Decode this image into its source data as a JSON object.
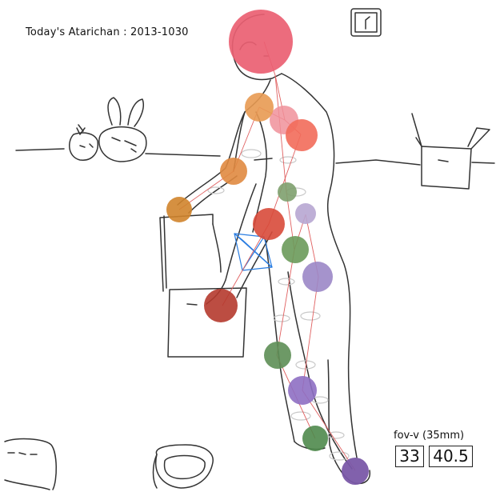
{
  "title": "Today's Atarichan : 2013-1030",
  "fov": {
    "label": "fov-v (35mm)",
    "degrees": "33",
    "focal": "40.5"
  },
  "joints": [
    {
      "name": "head",
      "color": "#ea6072"
    },
    {
      "name": "neck",
      "color": "#f0909a"
    },
    {
      "name": "shoulder-left",
      "color": "#e89a52"
    },
    {
      "name": "shoulder-right",
      "color": "#f26c5a"
    },
    {
      "name": "elbow-left",
      "color": "#e08a40"
    },
    {
      "name": "wrist-left",
      "color": "#d0842c"
    },
    {
      "name": "elbow-right",
      "color": "#d84a3a"
    },
    {
      "name": "wrist-right",
      "color": "#b53a2e"
    },
    {
      "name": "chest",
      "color": "#7ea06e"
    },
    {
      "name": "hip-left",
      "color": "#6a9a5a"
    },
    {
      "name": "hip-right",
      "color": "#b7a6d2"
    },
    {
      "name": "pelvis-right",
      "color": "#9b87c7"
    },
    {
      "name": "knee-left",
      "color": "#5d8e55"
    },
    {
      "name": "knee-right",
      "color": "#8e6fc3"
    },
    {
      "name": "ankle-left",
      "color": "#4f8a4c"
    },
    {
      "name": "ankle-right",
      "color": "#7a58a8"
    }
  ]
}
